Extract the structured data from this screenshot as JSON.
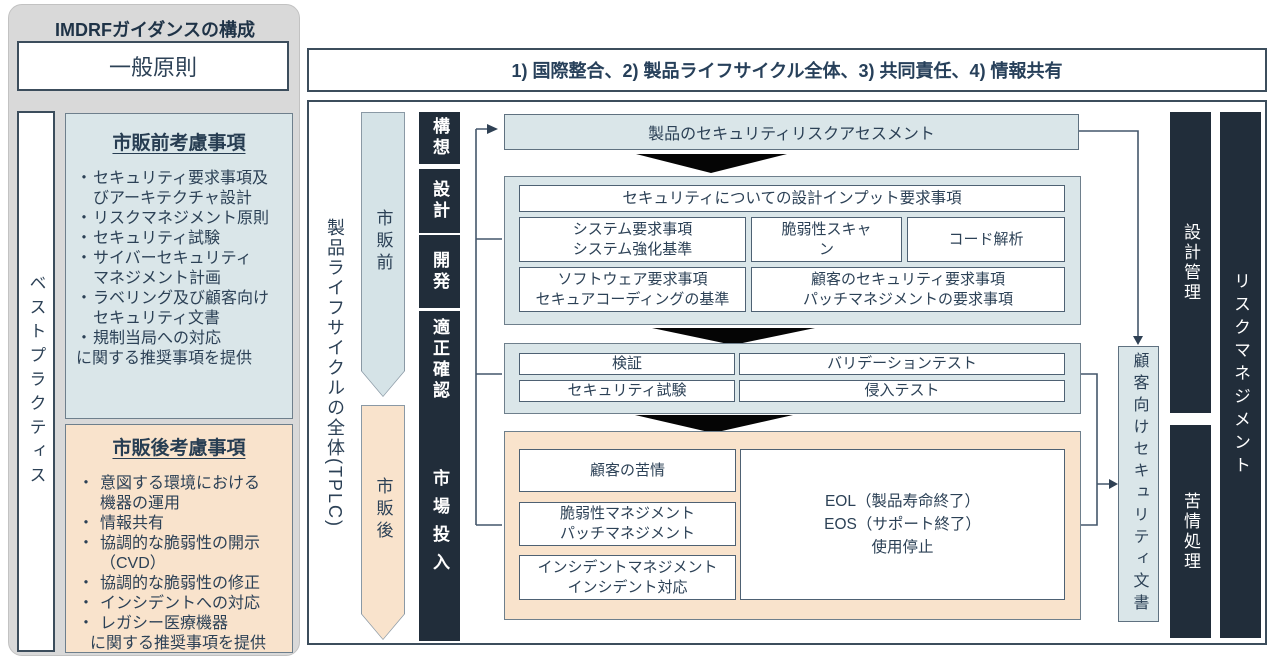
{
  "left_panel": {
    "title": "IMDRFガイダンスの構成",
    "general_principles": "一般原則",
    "best_practices": "ベストプラクティス",
    "premarket": {
      "title": "市販前考慮事項",
      "items": [
        "セキュリティ要求事項及\nびアーキテクチャ設計",
        "リスクマネジメント原則",
        "セキュリティ試験",
        "サイバーセキュリティ\nマネジメント計画",
        "ラベリング及び顧客向け\nセキュリティ文書",
        "規制当局への対応"
      ],
      "footer": "に関する推奨事項を提供"
    },
    "postmarket": {
      "title": "市販後考慮事項",
      "items": [
        "意図する環境における\n機器の運用",
        "情報共有",
        "協調的な脆弱性の開示\n（CVD）",
        "協調的な脆弱性の修正",
        "インシデントへの対応",
        "レガシー医療機器"
      ],
      "footer": "に関する推奨事項を提供"
    }
  },
  "header": {
    "principles": "1) 国際整合、2) 製品ライフサイクル全体、3) 共同責任、4) 情報共有"
  },
  "flow": {
    "tplc_label": "製品ライフサイクルの全体(TPLC)",
    "premarket_arrow": "市販前",
    "postmarket_arrow": "市販後",
    "stages": [
      "構想",
      "設計",
      "開発",
      "適正確認",
      "市場投入"
    ],
    "risk_assessment": "製品のセキュリティリスクアセスメント",
    "design_input": {
      "title": "セキュリティについての設計インプット要求事項",
      "system_req": "システム要求事項\nシステム強化基準",
      "vuln_scan": "脆弱性スキャ\nン",
      "code_analysis": "コード解析",
      "software_req": "ソフトウェア要求事項\nセキュアコーディングの基準",
      "customer_req": "顧客のセキュリティ要求事項\nパッチマネジメントの要求事項"
    },
    "verification": {
      "verify": "検証",
      "validation_test": "バリデーションテスト",
      "security_test": "セキュリティ試験",
      "penetration_test": "侵入テスト"
    },
    "postmarket_block": {
      "customer_complaints": "顧客の苦情",
      "vuln_mgmt": "脆弱性マネジメント\nパッチマネジメント",
      "incident_mgmt": "インシデントマネジメント\nインシデント対応",
      "eol": "EOL（製品寿命終了）\nEOS（サポート終了）\n使用停止"
    },
    "customer_doc": "顧客向けセキュリティ文書",
    "design_control": "設計管理",
    "complaint_handling": "苦情処理",
    "risk_management": "リスクマネジメント"
  },
  "colors": {
    "dark_navy": "#212d3a",
    "light_blue": "#dae6e9",
    "light_orange": "#f9e3cc",
    "panel_gray": "#d9d9d9",
    "text": "#2c4156",
    "connector": "#44566b"
  }
}
